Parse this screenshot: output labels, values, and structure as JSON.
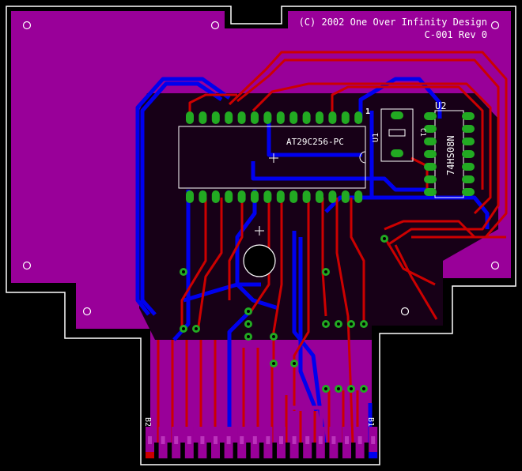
{
  "board": {
    "copyright": "(C) 2002 One Over Infinity Design",
    "revision": "C-001 Rev 0"
  },
  "chips": {
    "u1": {
      "ref": "U1",
      "part": "AT29C256-PC",
      "pin1_mark": "1"
    },
    "u2": {
      "ref": "U2",
      "part": "74HS08N"
    },
    "c1": {
      "ref": "C1"
    }
  },
  "connector": {
    "left_label": "B2",
    "right_label": "B1"
  },
  "colors": {
    "background": "#000000",
    "board_fill": "#990099",
    "top_copper": "#cc0000",
    "bottom_copper": "#0000ee",
    "pad_green": "#22aa22",
    "silkscreen": "#ffffff"
  }
}
